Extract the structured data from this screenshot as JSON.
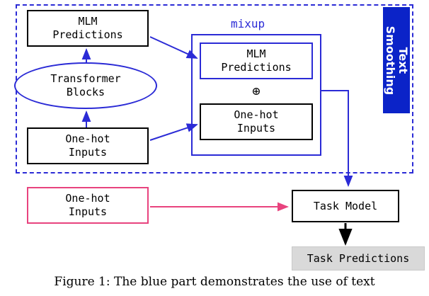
{
  "figure": {
    "caption": "Figure 1: The blue part demonstrates the use of text"
  },
  "labels": {
    "text_smoothing": "Text\nSmoothing",
    "mixup": "mixup",
    "plus": "⊕"
  },
  "nodes": {
    "mlm_predictions_top": "MLM\nPredictions",
    "transformer_blocks": "Transformer\nBlocks",
    "onehot_inputs_top": "One-hot\nInputs",
    "mlm_predictions_mixup": "MLM\nPredictions",
    "onehot_inputs_mixup": "One-hot\nInputs",
    "onehot_inputs_bottom": "One-hot\nInputs",
    "task_model": "Task Model",
    "task_predictions": "Task Predictions"
  },
  "colors": {
    "blue": "#2b2bd6",
    "blue_fill": "#0b23c8",
    "pink": "#e8437e",
    "black": "#000000",
    "grey_fill": "#d9d9d9"
  }
}
